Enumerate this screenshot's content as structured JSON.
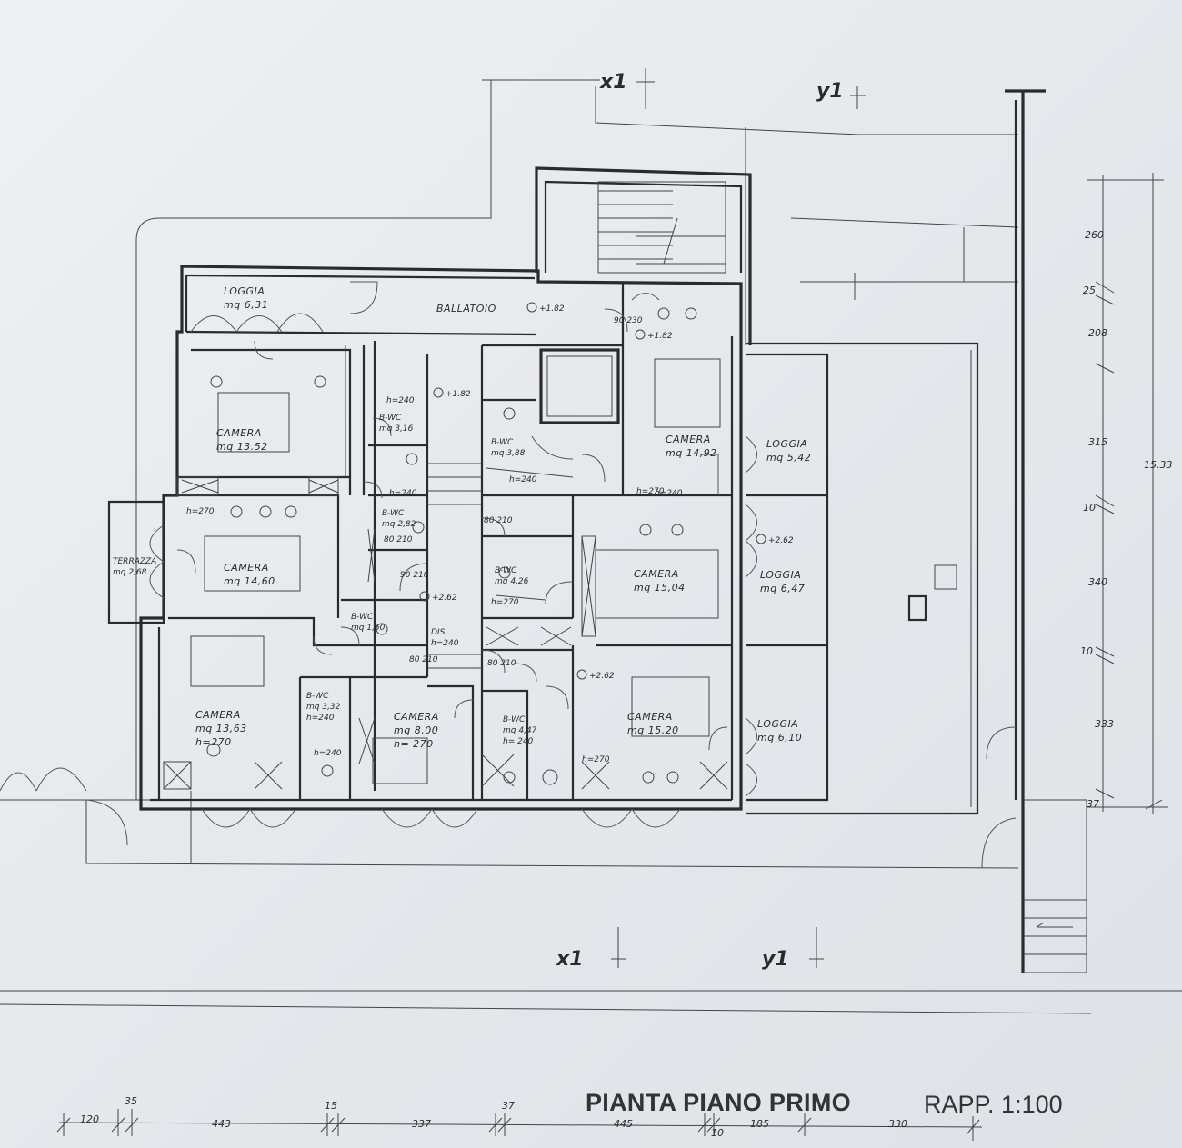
{
  "title": "PIANTA PIANO PRIMO",
  "scale": "RAPP. 1:100",
  "axes": {
    "x_top": "x1",
    "y_top": "y1",
    "x_bottom": "x1",
    "y_bottom": "y1"
  },
  "rooms": [
    {
      "id": "loggia-nw",
      "lines": [
        "LOGGIA",
        "mq 6,31"
      ]
    },
    {
      "id": "ballatoio",
      "lines": [
        "BALLATOIO"
      ]
    },
    {
      "id": "camera-1",
      "lines": [
        "CAMERA",
        "mq 13.52"
      ]
    },
    {
      "id": "camera-2",
      "lines": [
        "CAMERA",
        "mq 14,60"
      ]
    },
    {
      "id": "camera-3",
      "lines": [
        "CAMERA",
        "mq 13,63",
        "h=270"
      ]
    },
    {
      "id": "camera-4",
      "lines": [
        "CAMERA",
        "mq 14,92"
      ]
    },
    {
      "id": "camera-5",
      "lines": [
        "CAMERA",
        "mq 15,04"
      ]
    },
    {
      "id": "camera-6",
      "lines": [
        "CAMERA",
        "mq 15.20"
      ]
    },
    {
      "id": "camera-7",
      "lines": [
        "CAMERA",
        "mq 8,00",
        "h= 270"
      ]
    },
    {
      "id": "loggia-e1",
      "lines": [
        "LOGGIA",
        "mq 5,42"
      ]
    },
    {
      "id": "loggia-e2",
      "lines": [
        "LOGGIA",
        "mq 6,47"
      ]
    },
    {
      "id": "loggia-e3",
      "lines": [
        "LOGGIA",
        "mq 6,10"
      ]
    },
    {
      "id": "terrazza",
      "lines": [
        "TERRAZZA",
        "mq 2,68"
      ]
    },
    {
      "id": "bwc-1",
      "lines": [
        "B-WC",
        "mq 3,16"
      ]
    },
    {
      "id": "bwc-2",
      "lines": [
        "B-WC",
        "mq 3,88"
      ]
    },
    {
      "id": "bwc-3",
      "lines": [
        "B-WC",
        "mq 2,82"
      ]
    },
    {
      "id": "bwc-4",
      "lines": [
        "B-WC",
        "mq 4,26"
      ]
    },
    {
      "id": "bwc-5",
      "lines": [
        "B-WC",
        "mq 1,50"
      ]
    },
    {
      "id": "bwc-6",
      "lines": [
        "B-WC",
        "mq 4,47",
        "h= 240"
      ]
    },
    {
      "id": "bwc-7",
      "lines": [
        "B-WC",
        "mq 3,32",
        "h=240"
      ]
    },
    {
      "id": "dis",
      "lines": [
        "DIS.",
        "h=240"
      ]
    }
  ],
  "heights": [
    "h=240",
    "h=270",
    "h=270",
    "h=270",
    "h=270",
    "h=240",
    "h=240",
    "h=240",
    "h=240"
  ],
  "levels": [
    "+1.82",
    "+1.82",
    "+1.82",
    "+2.62",
    "+2.62",
    "+2.62"
  ],
  "dims_right": [
    "260",
    "25",
    "208",
    "315",
    "10",
    "340",
    "10",
    "333",
    "37"
  ],
  "dim_total_right": "15.33",
  "dims_bottom": [
    "120",
    "35",
    "443",
    "15",
    "337",
    "37",
    "445",
    "10",
    "185",
    "330"
  ],
  "door_marks": [
    "90 230",
    "90 210",
    "80 210",
    "80 210",
    "80 210",
    "80 210"
  ]
}
